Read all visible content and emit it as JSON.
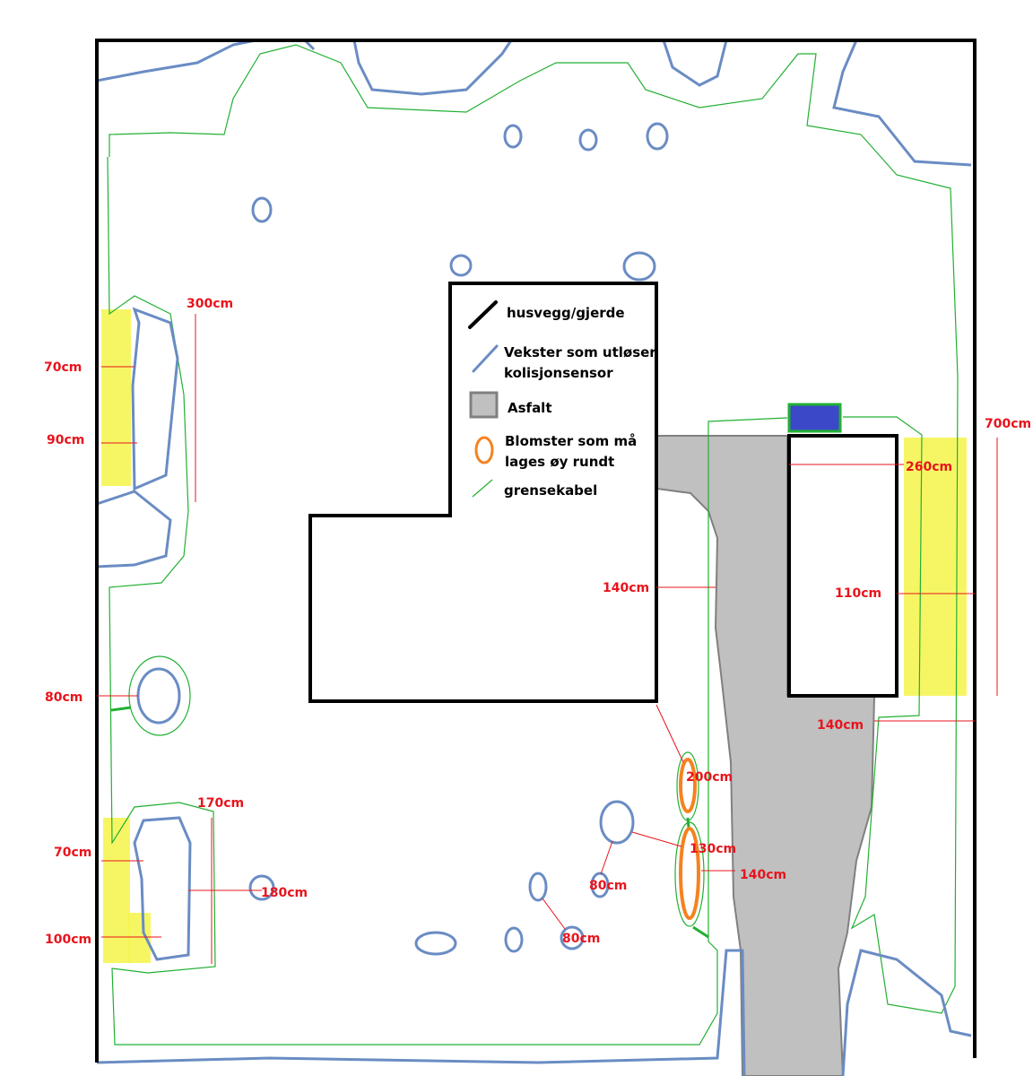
{
  "legend": {
    "wall": "husvegg/gjerde",
    "plants_line1": "Vekster som utløser",
    "plants_line2": "kolisjonsensor",
    "asphalt": "Asfalt",
    "flowers_line1": "Blomster som må",
    "flowers_line2": "lages øy rundt",
    "cable": "grensekabel"
  },
  "measurements": {
    "left_bed_length": "300cm",
    "left_bed_width_top": "70cm",
    "left_bed_width_bottom": "90cm",
    "round_plant": "80cm",
    "lower_bed_length": "170cm",
    "lower_bed_width_top": "70cm",
    "lower_bed_to_plant": "180cm",
    "lower_bed_width_bottom": "100cm",
    "house_to_asphalt": "140cm",
    "shed_top": "260cm",
    "shed_to_bed": "110cm",
    "right_bed_length": "700cm",
    "shed_bottom": "140cm",
    "flower_top": "200cm",
    "flower_bottom_gap": "130cm",
    "flower_to_asphalt": "140cm",
    "plant_gap_1": "80cm",
    "plant_gap_2": "80cm"
  },
  "colors": {
    "wall": "#000000",
    "plants": "#6a8cc4",
    "cable": "#22b033",
    "asphalt": "#c0c0c0",
    "flowers": "#f58220",
    "measure": "#e8141c",
    "yellow_bed": "#f5f54a",
    "station": "#3b48c8"
  }
}
